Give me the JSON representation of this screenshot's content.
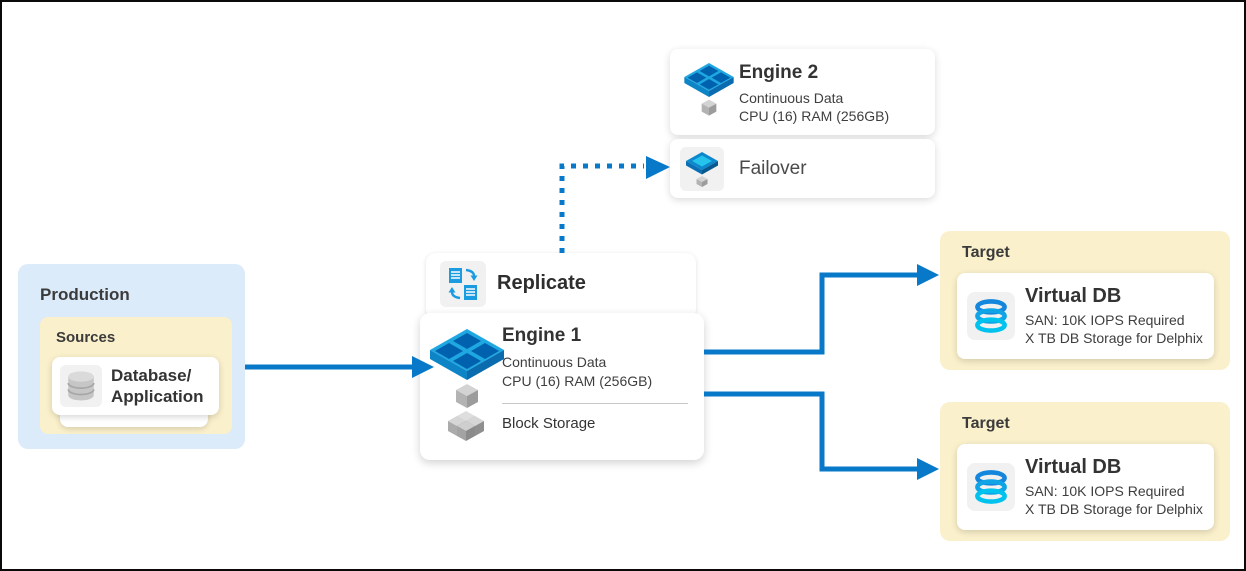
{
  "colors": {
    "arrow_blue": "#0878C8",
    "production_bg": "#DBEBFA",
    "sources_bg": "#FAF0CB",
    "target_bg": "#FAF0CB",
    "card_bg": "#FFFFFF",
    "icon_tile_bg": "#F1F1F1",
    "title_text": "#3B3B3B",
    "body_text": "#3E3E3E"
  },
  "production": {
    "title": "Production",
    "sources": {
      "title": "Sources",
      "database_card": {
        "label": "Database/\nApplication"
      }
    }
  },
  "replicate": {
    "label": "Replicate"
  },
  "engine1": {
    "title": "Engine 1",
    "subtitle1": "Continuous Data",
    "subtitle2": "CPU (16) RAM (256GB)",
    "storage_label": "Block Storage"
  },
  "engine2": {
    "title": "Engine 2",
    "subtitle1": "Continuous Data",
    "subtitle2": "CPU (16) RAM (256GB)"
  },
  "failover": {
    "label": "Failover"
  },
  "targets": [
    {
      "title": "Target",
      "card": {
        "title": "Virtual DB",
        "line1": "SAN: 10K IOPS Required",
        "line2": "X TB DB Storage for Delphix"
      }
    },
    {
      "title": "Target",
      "card": {
        "title": "Virtual DB",
        "line1": "SAN: 10K IOPS Required",
        "line2": "X TB DB Storage for Delphix"
      }
    }
  ]
}
